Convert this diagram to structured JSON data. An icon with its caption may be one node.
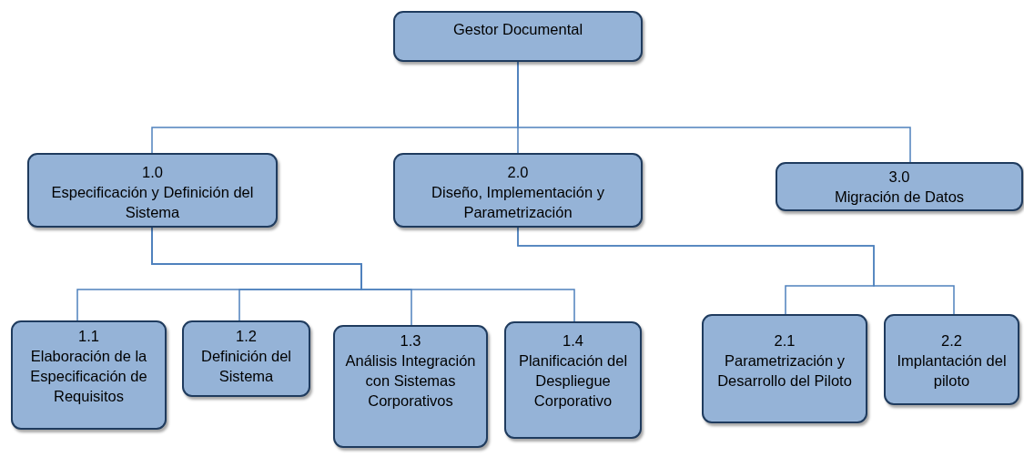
{
  "diagram": {
    "nodes": [
      {
        "text": [
          "Gestor Documental"
        ]
      },
      {
        "text": [
          "1.0",
          "Especificación y Definición del Sistema"
        ]
      },
      {
        "text": [
          "2.0",
          "Diseño, Implementación y Parametrización"
        ]
      },
      {
        "text": [
          "3.0",
          "Migración de Datos"
        ]
      },
      {
        "text": [
          "1.1",
          "Elaboración de la Especificación de Requisitos"
        ]
      },
      {
        "text": [
          "1.2",
          "Definición del Sistema"
        ]
      },
      {
        "text": [
          "1.3",
          "Análisis Integración con Sistemas Corporativos"
        ]
      },
      {
        "text": [
          "1.4",
          "Planificación del Despliegue Corporativo"
        ]
      },
      {
        "text": [
          "2.1",
          "Parametrización y Desarrollo del Piloto"
        ]
      },
      {
        "text": [
          "2.2",
          "Implantación del piloto"
        ]
      }
    ],
    "edges": [
      {
        "from": 0,
        "to": 1,
        "arrow": "none"
      },
      {
        "from": 0,
        "to": 2,
        "arrow": "none"
      },
      {
        "from": 0,
        "to": 3,
        "arrow": "none"
      },
      {
        "from": 1,
        "to": 4,
        "arrow": "none"
      },
      {
        "from": 1,
        "to": 5,
        "arrow": "none"
      },
      {
        "from": 1,
        "to": 6,
        "arrow": "none"
      },
      {
        "from": 1,
        "to": 7,
        "arrow": "none"
      },
      {
        "from": 2,
        "to": 8,
        "arrow": "none"
      },
      {
        "from": 2,
        "to": 9,
        "arrow": "none"
      }
    ]
  }
}
